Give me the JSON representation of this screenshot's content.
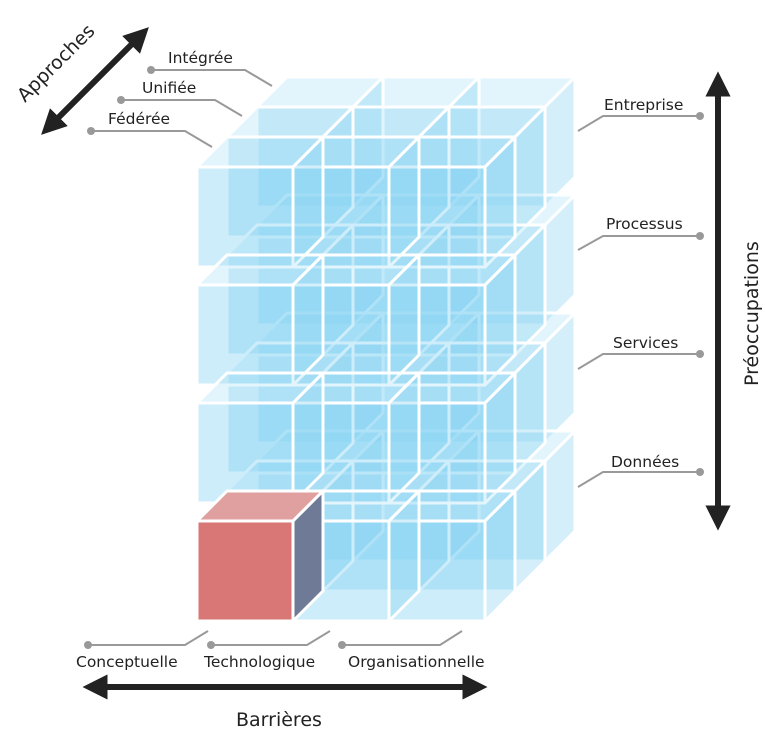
{
  "approaches": {
    "axis_title": "Approches",
    "levels": [
      "Fédérée",
      "Unifiée",
      "Intégrée"
    ]
  },
  "concerns": {
    "axis_title": "Préoccupations",
    "levels": [
      "Entreprise",
      "Processus",
      "Services",
      "Données"
    ]
  },
  "barriers": {
    "axis_title": "Barrières",
    "levels": [
      "Conceptuelle",
      "Technologique",
      "Organisationnelle"
    ]
  },
  "highlight": {
    "concern": "Données",
    "barrier": "Conceptuelle",
    "approach": "Fédérée",
    "color": "#d97676"
  },
  "colors": {
    "cube_fill": "#7fd0f2",
    "cube_edge": "#ffffff",
    "arrow": "#222222",
    "leader": "#999999"
  }
}
